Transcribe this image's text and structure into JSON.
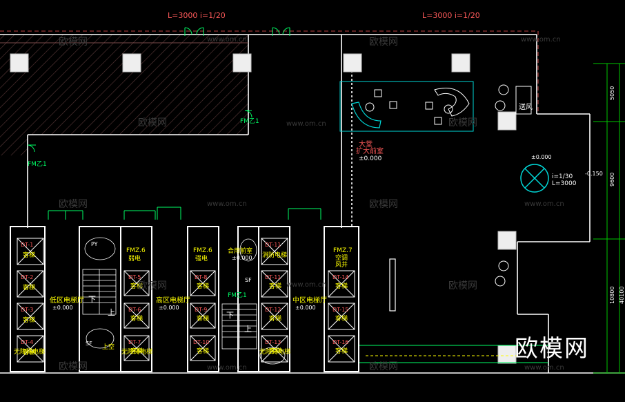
{
  "top_labels": [
    "L=3000 i=1/20",
    "L=3000 i=1/20"
  ],
  "ramp_right": {
    "slope": "i=1/30",
    "length": "L=3000",
    "level": "-0.150"
  },
  "doors": {
    "fmyi1_a": "FM乙1",
    "fmyi1_b": "FM乙1",
    "fmyi1_c": "FM乙1"
  },
  "lobby": {
    "line1": "大堂",
    "line2": "扩大前室",
    "level": "±0.000"
  },
  "fan_label": "送风",
  "fan_level": "±0.000",
  "dims": {
    "d1": "5050",
    "d2": "9600",
    "d3": "10800",
    "d4": "40100"
  },
  "lift_groups": [
    {
      "hall": "低区电梯厅",
      "level": "±0.000",
      "bottom_label": "无障碍电梯",
      "lifts": [
        {
          "code": "DT-1",
          "type": "客梯"
        },
        {
          "code": "DT-2",
          "type": "客梯"
        },
        {
          "code": "DT-3",
          "type": "客梯"
        },
        {
          "code": "DT-4",
          "type": "客梯"
        }
      ]
    },
    {
      "hall": "高区电梯厅",
      "level": "±0.000",
      "bottom_label": "无障碍电梯",
      "lifts": [
        {
          "code": "DT-5",
          "type": "客梯"
        },
        {
          "code": "DT-6",
          "type": "客梯"
        },
        {
          "code": "DT-7",
          "type": "客梯"
        },
        {
          "code": "DT-8",
          "type": "客梯"
        },
        {
          "code": "DT-9",
          "type": "客梯"
        },
        {
          "code": "DT-10",
          "type": "客梯"
        }
      ]
    },
    {
      "hall": "中区电梯厅",
      "level": "±0.000",
      "bottom_label": "无障碍电梯",
      "lifts": [
        {
          "code": "DT-11",
          "type": "消防电梯"
        },
        {
          "code": "DT-11",
          "type": "客梯"
        },
        {
          "code": "DT-12",
          "type": "客梯"
        },
        {
          "code": "DT-13",
          "type": "客梯"
        },
        {
          "code": "DT-14",
          "type": "客梯"
        },
        {
          "code": "DT-15",
          "type": "客梯"
        },
        {
          "code": "DT-16",
          "type": "客梯"
        }
      ]
    }
  ],
  "shafts": {
    "s1": {
      "code": "FMZ.6",
      "name": "弱电"
    },
    "s2": {
      "code": "FMZ.6",
      "name": "强电"
    },
    "s3": {
      "code": "FMZ.7",
      "name": "空调"
    },
    "s3b": "风井"
  },
  "front_room": {
    "name": "合用前室",
    "level": "±0.000"
  },
  "stairs": {
    "py": "PY",
    "sf1": "SF",
    "sf2": "SF",
    "down1": "下",
    "up1": "上",
    "down2": "下",
    "up2": "上",
    "void": "上空"
  },
  "watermarks": [
    "欧模网",
    "www.om.cn"
  ],
  "logo_text": "欧模网",
  "colors": {
    "wall": "#ffffff",
    "green": "#00ff66",
    "text_red": "#ff5a5a",
    "text_yellow": "#ffff00",
    "cyan": "#00d8d8",
    "hatch": "#5a3a3a",
    "dim": "#00c800"
  }
}
